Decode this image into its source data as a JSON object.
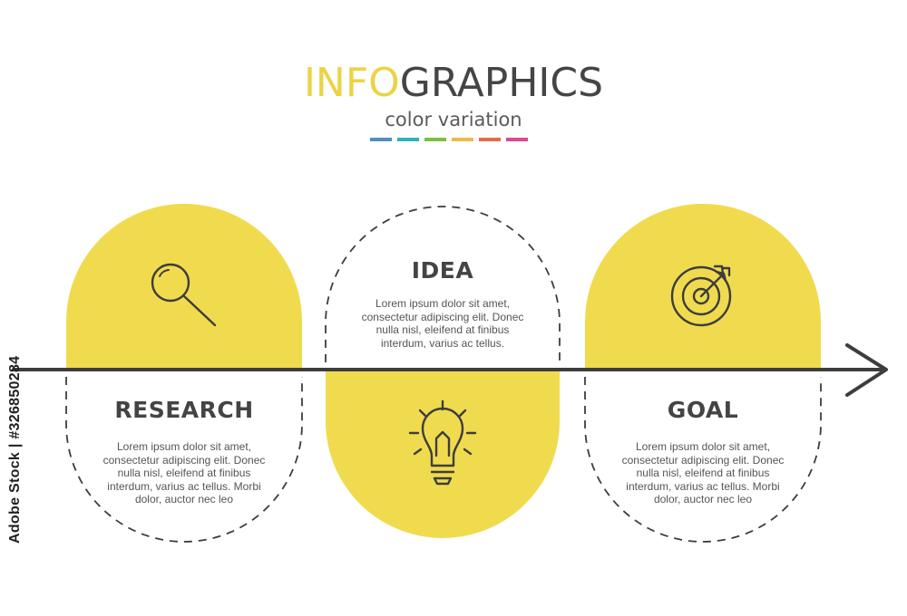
{
  "header": {
    "title_part1": "INFO",
    "title_part2": "GRAPHICS",
    "subtitle": "color variation",
    "swatch_colors": [
      "#4a90c8",
      "#2cb5b5",
      "#7cbf3f",
      "#f2b84b",
      "#e8694a",
      "#e0478c"
    ]
  },
  "colors": {
    "accent": "#f0db4f",
    "line": "#3d3d3d",
    "text": "#555555"
  },
  "steps": [
    {
      "id": "research",
      "heading": "RESEARCH",
      "icon": "magnifier-icon",
      "body": [
        "Lorem ipsum dolor sit amet,",
        "consectetur adipiscing elit. Donec",
        "nulla nisl, eleifend at finibus",
        "interdum, varius ac tellus. Morbi",
        "dolor, auctor nec leo"
      ]
    },
    {
      "id": "idea",
      "heading": "IDEA",
      "icon": "lightbulb-icon",
      "body": [
        "Lorem ipsum dolor sit amet,",
        "consectetur adipiscing elit. Donec",
        "nulla nisl, eleifend at finibus",
        "interdum, varius ac tellus."
      ]
    },
    {
      "id": "goal",
      "heading": "GOAL",
      "icon": "target-icon",
      "body": [
        "Lorem ipsum dolor sit amet,",
        "consectetur adipiscing elit. Donec",
        "nulla nisl, eleifend at finibus",
        "interdum, varius ac tellus. Morbi",
        "dolor, auctor nec leo"
      ]
    }
  ],
  "side_id": "326850284",
  "watermark": "Adobe Stock"
}
